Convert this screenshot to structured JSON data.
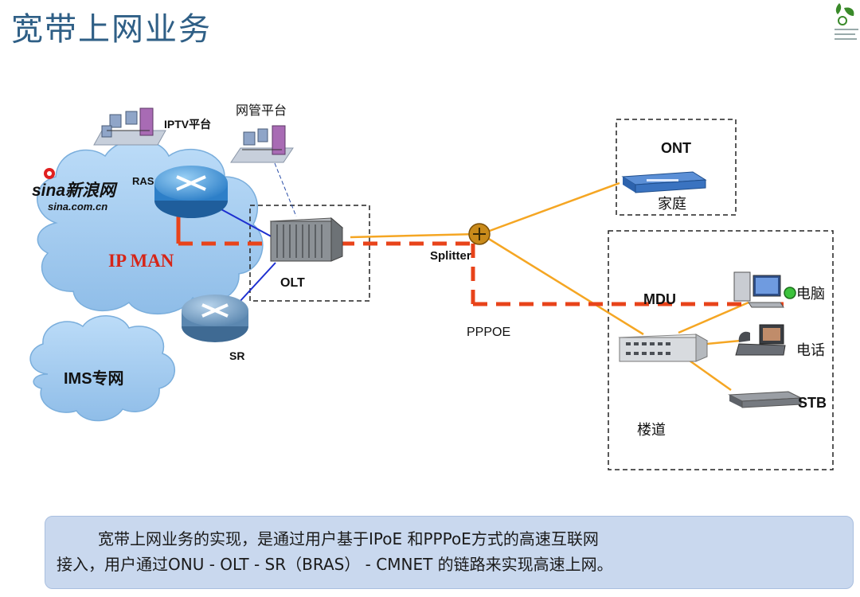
{
  "title": "宽带上网业务",
  "labels": {
    "iptv": "IPTV平台",
    "nms": "网管平台",
    "bras": "RAS",
    "sina": "sina新浪网",
    "sina_url": "sina.com.cn",
    "ipman": "IP MAN",
    "olt": "OLT",
    "splitter": "Splitter",
    "ont": "ONT",
    "home": "家庭",
    "mdu": "MDU",
    "pc": "电脑",
    "phone": "电话",
    "stb": "STB",
    "corridor": "楼道",
    "pppoe": "PPPOE",
    "sr": "SR",
    "ims": "IMS专网"
  },
  "summary": {
    "line1": "宽带上网业务的实现，是通过用户基于IPoE 和PPPoE方式的高速互联网",
    "line2": "接入，用户通过ONU - OLT - SR（BRAS） - CMNET 的链路来实现高速上网。"
  },
  "colors": {
    "title": "#2f5f86",
    "cloud": "#a8cdf2",
    "path_dashed": "#e8431a",
    "fiber": "#f5a623",
    "link": "#1d2fd0",
    "ipman_text": "#d62518",
    "summary_bg": "#c9d8ee"
  },
  "icons": [
    "server-rack-icon",
    "router-icon",
    "olt-chassis-icon",
    "splitter-icon",
    "ont-modem-icon",
    "mdu-switch-icon",
    "pc-icon",
    "phone-icon",
    "stb-icon",
    "status-dot-icon",
    "logo-icon"
  ]
}
